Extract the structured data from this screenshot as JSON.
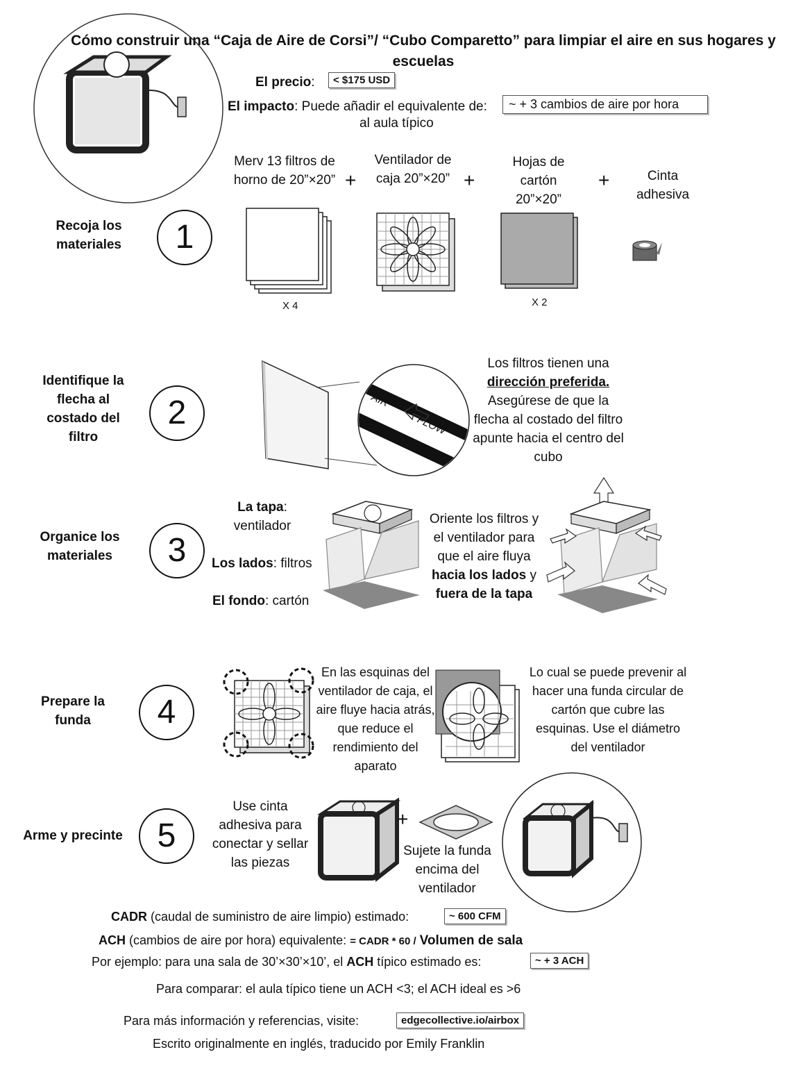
{
  "title": "Cómo construir una “Caja de Aire de Corsi”/ “Cubo Comparetto” para limpiar el aire en sus hogares y escuelas",
  "header": {
    "price_label": "El precio",
    "price_value": "< $175 USD",
    "impact_label": "El impacto",
    "impact_text": "Puede añadir el equivalente de:",
    "impact_value": "~ + 3 cambios de aire por hora",
    "impact_suffix": "al aula típico"
  },
  "steps": [
    {
      "number": "1",
      "label": "Recoja los materiales",
      "materials": [
        {
          "name": "Merv 13 filtros de horno de 20”×20”",
          "qty": "X 4"
        },
        {
          "name": "Ventilador de caja 20”×20”",
          "qty": ""
        },
        {
          "name": "Hojas de cartón 20”×20”",
          "qty": "X 2"
        },
        {
          "name": "Cinta adhesiva",
          "qty": ""
        }
      ],
      "plus": "+"
    },
    {
      "number": "2",
      "label": "Identifique la flecha al costado del filtro",
      "airflow_a": "AIR",
      "airflow_b": "FLOW",
      "note_1": "Los filtros tienen una",
      "note_em": "dirección preferida.",
      "note_2": "Asegúrese de que la flecha al costado del filtro apunte hacia el centro del cubo"
    },
    {
      "number": "3",
      "label": "Organice los materiales",
      "top_label": "La tapa",
      "top_value": "ventilador",
      "sides_label": "Los lados",
      "sides_value": "filtros",
      "bottom_label": "El fondo",
      "bottom_value": "cartón",
      "orient_1": "Oriente los filtros y el ventilador para que el aire fluya",
      "orient_b1": "hacia los lados",
      "orient_y": "y",
      "orient_b2": "fuera de la tapa"
    },
    {
      "number": "4",
      "label": "Prepare la funda",
      "text_left": "En las esquinas del ventilador de caja, el aire fluye hacia atrás, que reduce el rendimiento del aparato",
      "text_right": "Lo cual se puede prevenir al hacer una funda circular de cartón que cubre las esquinas. Use el diámetro del ventilador"
    },
    {
      "number": "5",
      "label": "Arme y precinte",
      "text_left": "Use cinta adhesiva para conectar y sellar las piezas",
      "text_right": "Sujete la funda encima del ventilador"
    }
  ],
  "footer": {
    "cadr_label": "CADR",
    "cadr_text": "(caudal de suministro de aire limpio) estimado:",
    "cadr_value": "~ 600 CFM",
    "ach_label": "ACH",
    "ach_text": "(cambios de aire por hora) equivalente:",
    "ach_formula": "= CADR * 60 /",
    "ach_volume": "Volumen de sala",
    "example_a": "Por ejemplo: para una sala de 30’×30’×10’, el",
    "example_ach": "ACH",
    "example_b": "típico estimado es:",
    "example_value": "~ + 3 ACH",
    "compare": "Para comparar: el aula típico tiene un ACH <3; el ACH ideal es >6",
    "more_info": "Para más información y referencias, visite:",
    "link": "edgecollective.io/airbox",
    "credit": "Escrito originalmente en inglés, traducido por Emily Franklin"
  }
}
